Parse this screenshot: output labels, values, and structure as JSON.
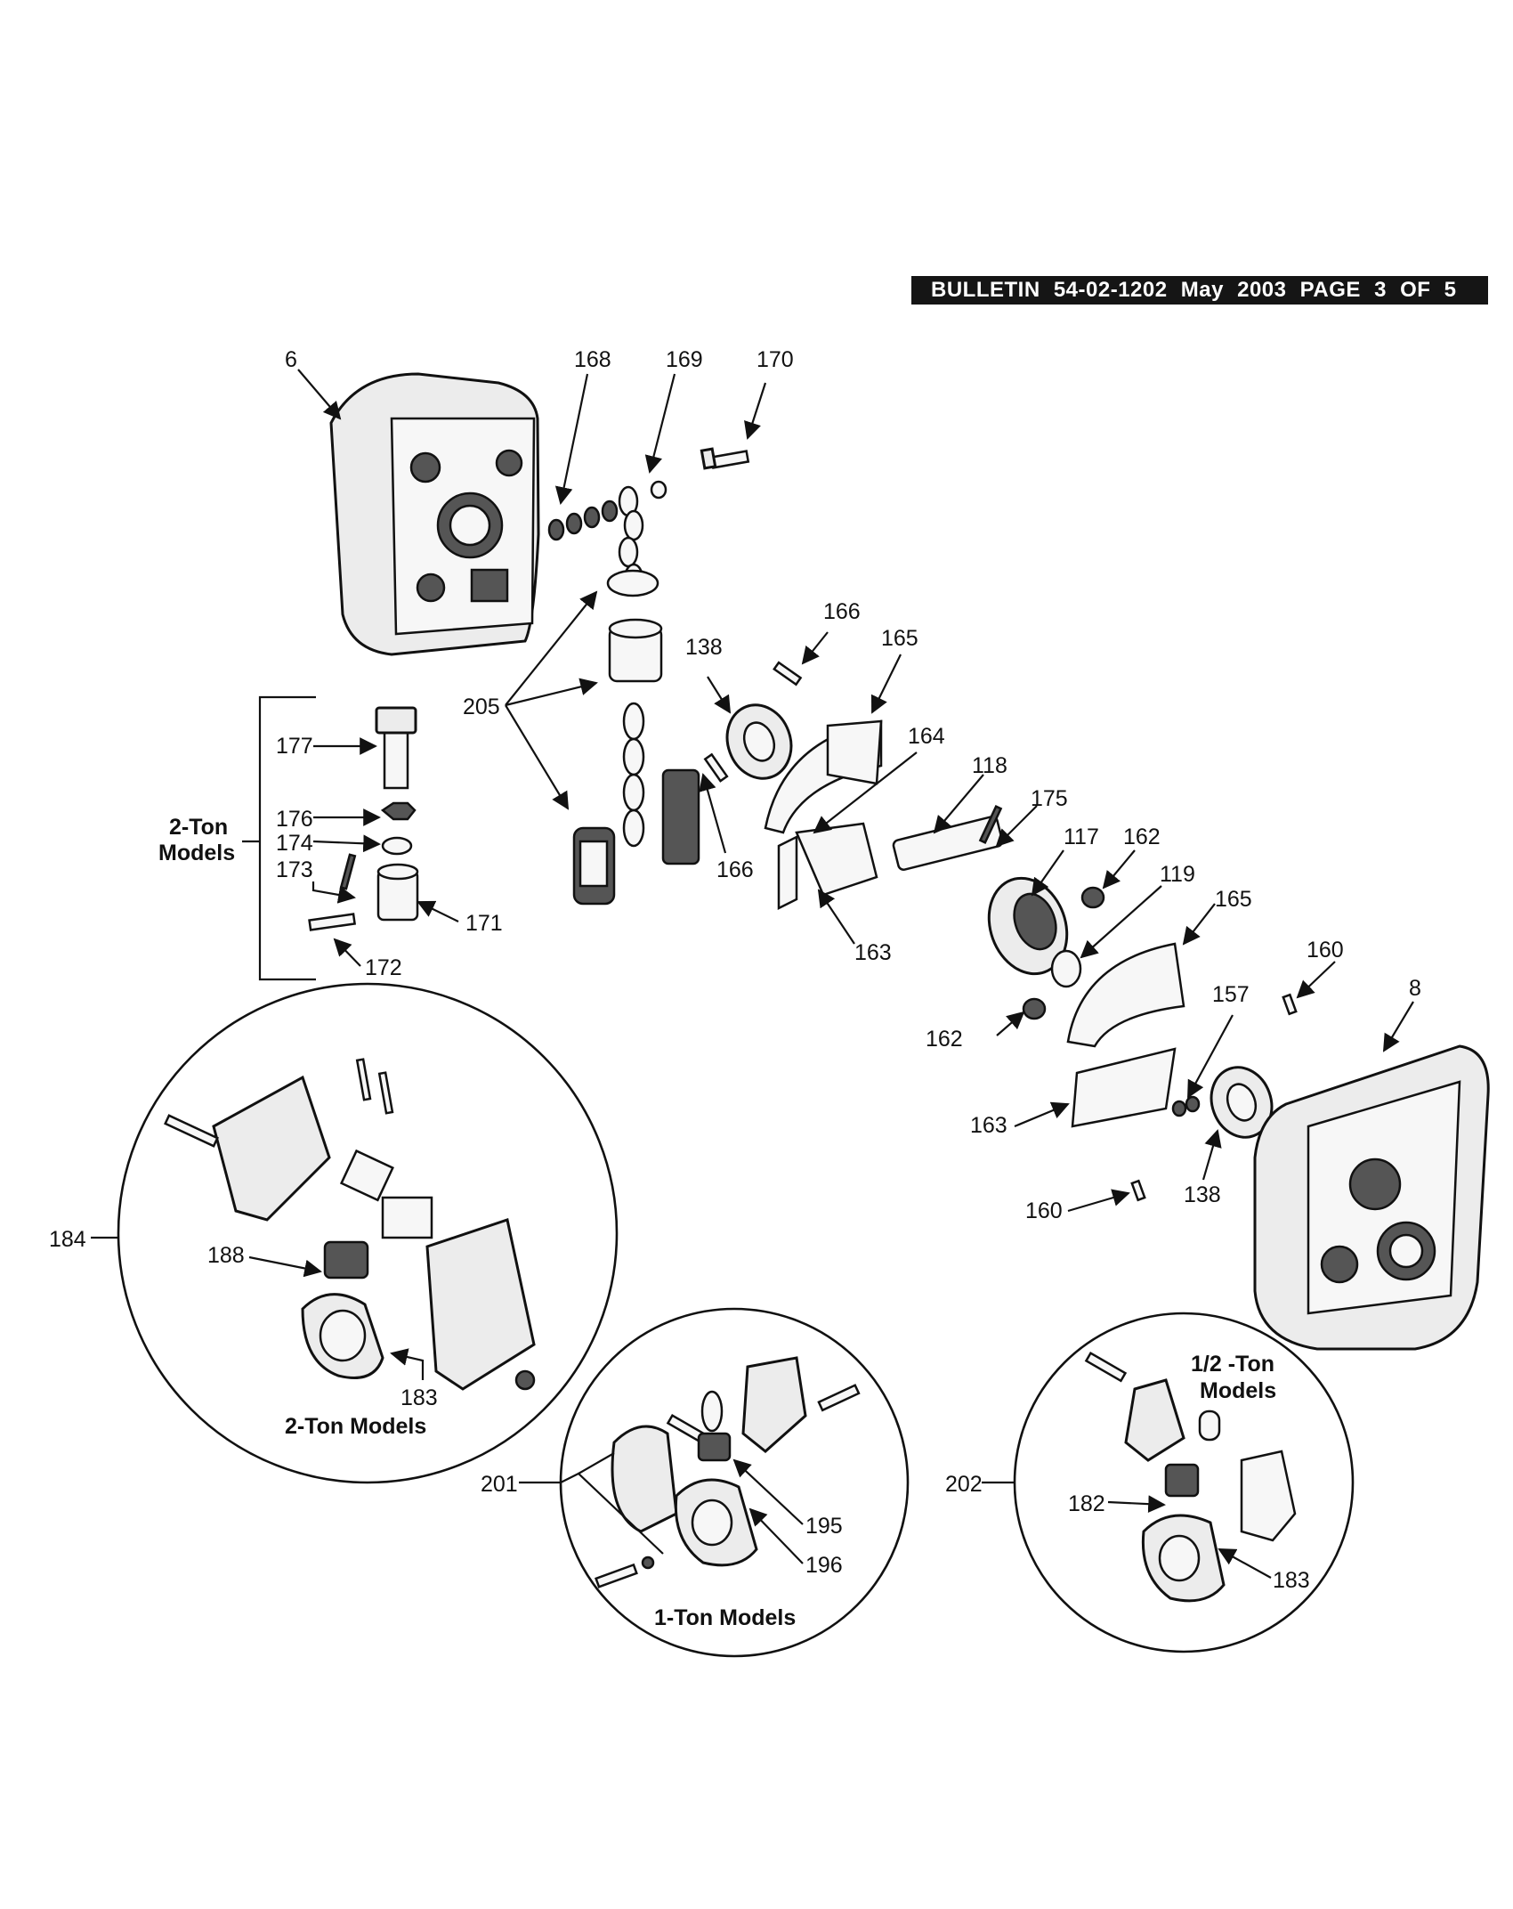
{
  "header": {
    "bulletin": "BULLETIN   54-02-1202   May 2003   PAGE 3 OF 5"
  },
  "callouts": {
    "c6": "6",
    "c168": "168",
    "c169": "169",
    "c170": "170",
    "c166a": "166",
    "c165a": "165",
    "c138a": "138",
    "c205": "205",
    "c164": "164",
    "c118": "118",
    "c175": "175",
    "c117": "117",
    "c162a": "162",
    "c119": "119",
    "c165b": "165",
    "c166b": "166",
    "c163a": "163",
    "c160a": "160",
    "c8": "8",
    "c157": "157",
    "c162b": "162",
    "c163b": "163",
    "c138b": "138",
    "c160b": "160",
    "c177": "177",
    "c176": "176",
    "c174": "174",
    "c173": "173",
    "c171": "171",
    "c172": "172",
    "c184": "184",
    "c188": "188",
    "c183a": "183",
    "c201": "201",
    "c195": "195",
    "c196": "196",
    "c202": "202",
    "c182": "182",
    "c183b": "183"
  },
  "groups": {
    "two_ton_bracket": "2-Ton\nModels",
    "two_ton_bracket_l1": "2-Ton",
    "two_ton_bracket_l2": "Models",
    "two_ton_circle": "2-Ton Models",
    "one_ton_circle": "1-Ton Models",
    "half_ton_l1": "1/2 -Ton",
    "half_ton_l2": "Models"
  }
}
